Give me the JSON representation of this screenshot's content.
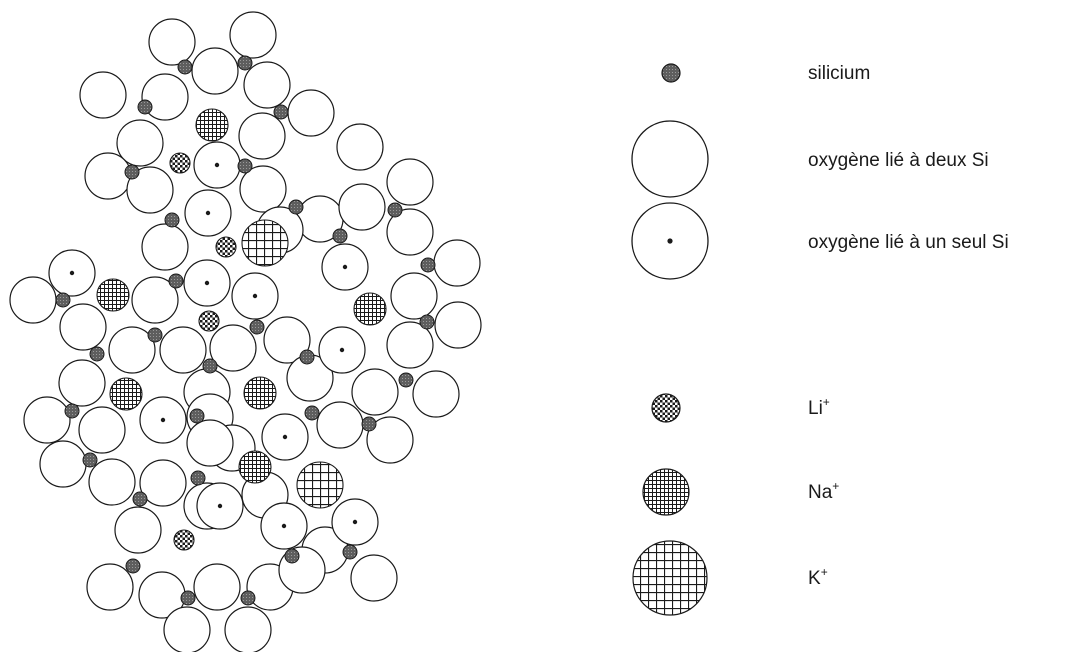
{
  "legend": {
    "silicon": "silicium",
    "oxygen_bridging": "oxygène lié à deux Si",
    "oxygen_nonbridging": "oxygène lié à un seul Si",
    "li": {
      "symbol": "Li",
      "charge": "+"
    },
    "na": {
      "symbol": "Na",
      "charge": "+"
    },
    "k": {
      "symbol": "K",
      "charge": "+"
    }
  },
  "colors": {
    "stroke": "#1a1a1a",
    "silicon_fill": "#6b6b6b",
    "background": "#ffffff"
  },
  "icons": {
    "silicon": "silicon-atom-icon",
    "oxygen_bridging": "oxygen-bridging-icon",
    "oxygen_nonbridging": "oxygen-nonbridging-icon",
    "li": "lithium-ion-icon",
    "na": "sodium-ion-icon",
    "k": "potassium-ion-icon"
  }
}
